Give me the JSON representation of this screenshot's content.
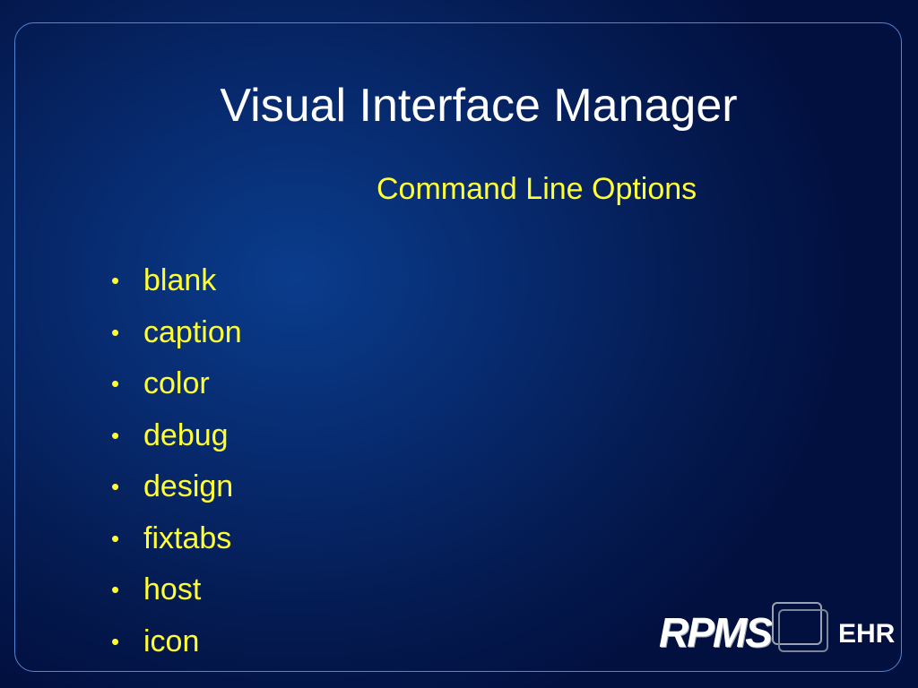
{
  "slide": {
    "title": "Visual Interface Manager",
    "subtitle": "Command Line Options",
    "bullet_glyph": "•",
    "bullets": [
      "blank",
      "caption",
      "color",
      "debug",
      "design",
      "fixtabs",
      "host",
      "icon"
    ],
    "logo": {
      "brand": "RPMS",
      "suffix": "EHR"
    },
    "colors": {
      "title": "#ffffff",
      "bullet_text": "#ffff33",
      "frame": "#4f86d6",
      "background": "#072a6e"
    }
  }
}
